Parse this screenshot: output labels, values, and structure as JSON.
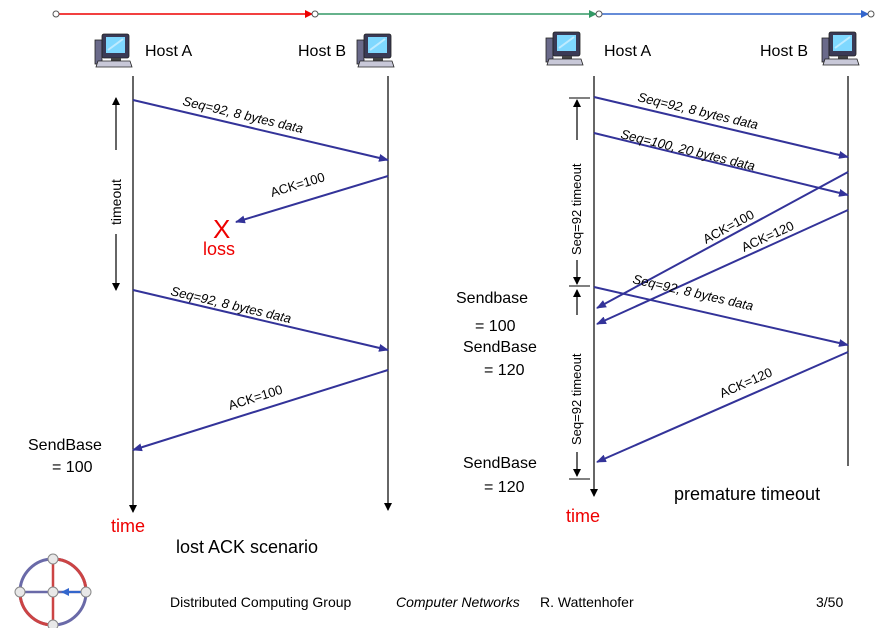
{
  "diagram": {
    "left": {
      "host_a": "Host A",
      "host_b": "Host B",
      "seg1": "Seq=92, 8 bytes data",
      "ack1": "ACK=100",
      "loss_mark": "X",
      "loss": "loss",
      "timeout": "timeout",
      "seg2": "Seq=92, 8 bytes data",
      "ack2": "ACK=100",
      "sendbase_1": "SendBase",
      "sendbase_2": "= 100",
      "time": "time",
      "caption": "lost ACK scenario"
    },
    "right": {
      "host_a": "Host A",
      "host_b": "Host B",
      "seg1": "Seq=92, 8 bytes data",
      "seg2": "Seq=100, 20 bytes data",
      "ack100": "ACK=100",
      "ack120": "ACK=120",
      "timeout1": "Seq=92 timeout",
      "seg3": "Seq=92, 8 bytes data",
      "timeout2": "Seq=92 timeout",
      "sendbase_a1": "Sendbase",
      "sendbase_a2": "= 100",
      "sendbase_b1": "SendBase",
      "sendbase_b2": "= 120",
      "ack120b": "ACK=120",
      "sendbase_c1": "SendBase",
      "sendbase_c2": "= 120",
      "time": "time",
      "caption": "premature timeout"
    }
  },
  "footer": {
    "group": "Distributed Computing Group",
    "course": "Computer Networks",
    "author": "R. Wattenhofer",
    "page": "3/50"
  },
  "colors": {
    "arrow": "#333399",
    "red": "#ee0000",
    "green": "#339966",
    "blue": "#3366cc"
  }
}
